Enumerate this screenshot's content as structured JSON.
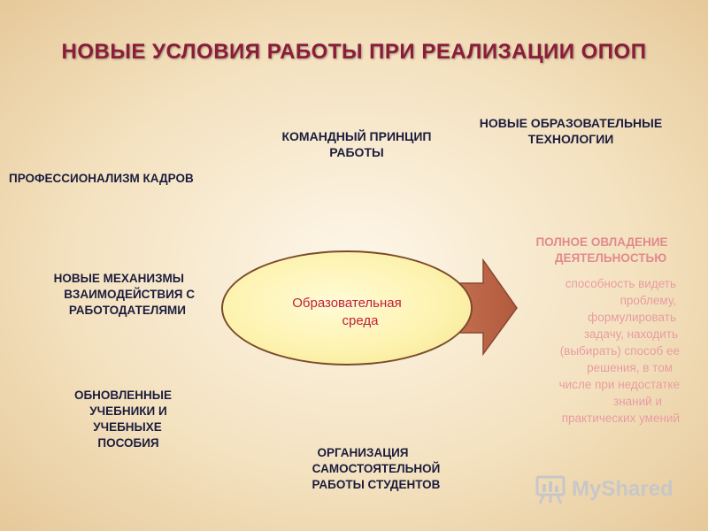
{
  "title": "НОВЫЕ УСЛОВИЯ РАБОТЫ ПРИ РЕАЛИЗАЦИИ ОПОП",
  "center": {
    "line1": "Образовательная",
    "line2": "среда"
  },
  "factors": {
    "professionalism": "ПРОФЕССИОНАЛИЗМ КАДРОВ",
    "team_line1": "КОМАНДНЫЙ ПРИНЦИП",
    "team_line2": "РАБОТЫ",
    "tech_line1": "НОВЫЕ ОБРАЗОВАТЕЛЬНЫЕ",
    "tech_line2": "ТЕХНОЛОГИИ",
    "mech_line1": "НОВЫЕ МЕХАНИЗМЫ",
    "mech_line2": "ВЗАИМОДЕЙСТВИЯ С",
    "mech_line3": "РАБОТОДАТЕЛЯМИ",
    "books_line1": "ОБНОВЛЕННЫЕ",
    "books_line2": "УЧЕБНИКИ И",
    "books_line3": "УЧЕБНЫХЕ",
    "books_line4": "ПОСОБИЯ",
    "org_line1": "ОРГАНИЗАЦИЯ",
    "org_line2": "САМОСТОЯТЕЛЬНОЙ",
    "org_line3": "РАБОТЫ СТУДЕНТОВ"
  },
  "outcome": {
    "head_line1": "ПОЛНОЕ ОВЛАДЕНИЕ",
    "head_line2": "ДЕЯТЕЛЬНОСТЬЮ",
    "body_lines": [
      "способность видеть",
      "проблему,",
      "формулировать",
      "задачу, находить",
      "(выбирать) способ ее",
      "решения, в том",
      "числе при недостатке",
      "знаний и",
      "практических умений"
    ]
  },
  "watermark": {
    "text": "MyShared"
  },
  "colors": {
    "title": "#8b1c3a",
    "ellipse_fill": "#fdf2ad",
    "arrow_fill": "#c06a4a",
    "outcome_text": "#e89a9a",
    "label_text": "#1c1c3a"
  },
  "icons": {
    "watermark_logo": "presentation-board-icon"
  }
}
